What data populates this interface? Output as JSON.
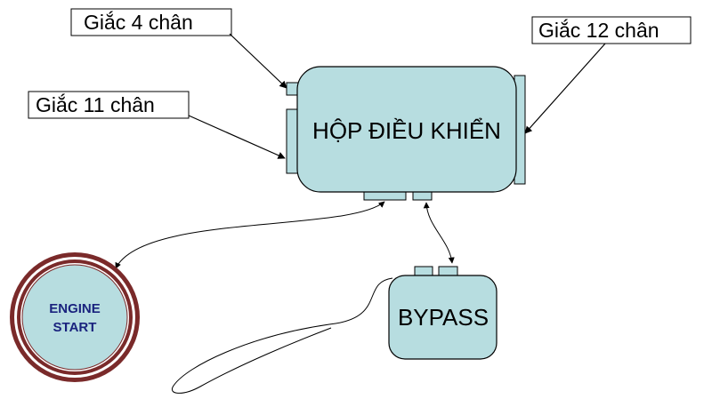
{
  "labels": {
    "connector_4": "Giắc 4 chân",
    "connector_11": "Giắc 11 chân",
    "connector_12": "Giắc 12 chân"
  },
  "control_box": {
    "title": "HỘP ĐIỀU KHIỂN"
  },
  "bypass_box": {
    "title": "BYPASS"
  },
  "engine_start_button": {
    "line1": "ENGINE",
    "line2": "START"
  },
  "colors": {
    "box_fill": "#b7dde0",
    "engine_ring": "#7a2a2a",
    "engine_text": "#1a237e"
  }
}
